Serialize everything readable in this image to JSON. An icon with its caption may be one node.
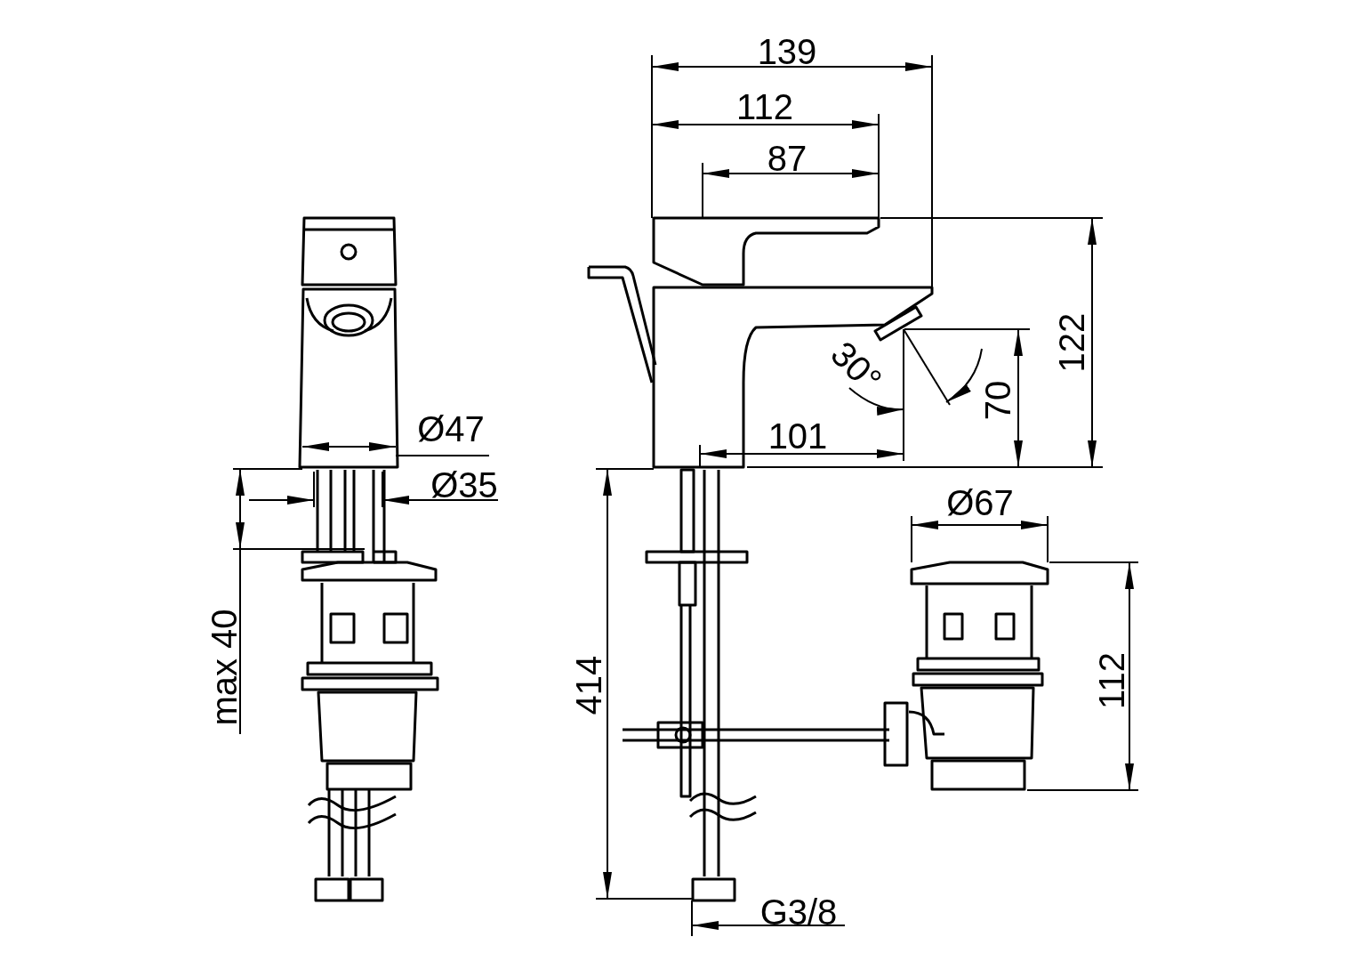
{
  "diagram": {
    "labels": [
      "139",
      "112",
      "87",
      "122",
      "30°",
      "70",
      "Ø47",
      "101",
      "Ø35",
      "414",
      "max 40",
      "Ø67",
      "112",
      "G3/8"
    ]
  }
}
